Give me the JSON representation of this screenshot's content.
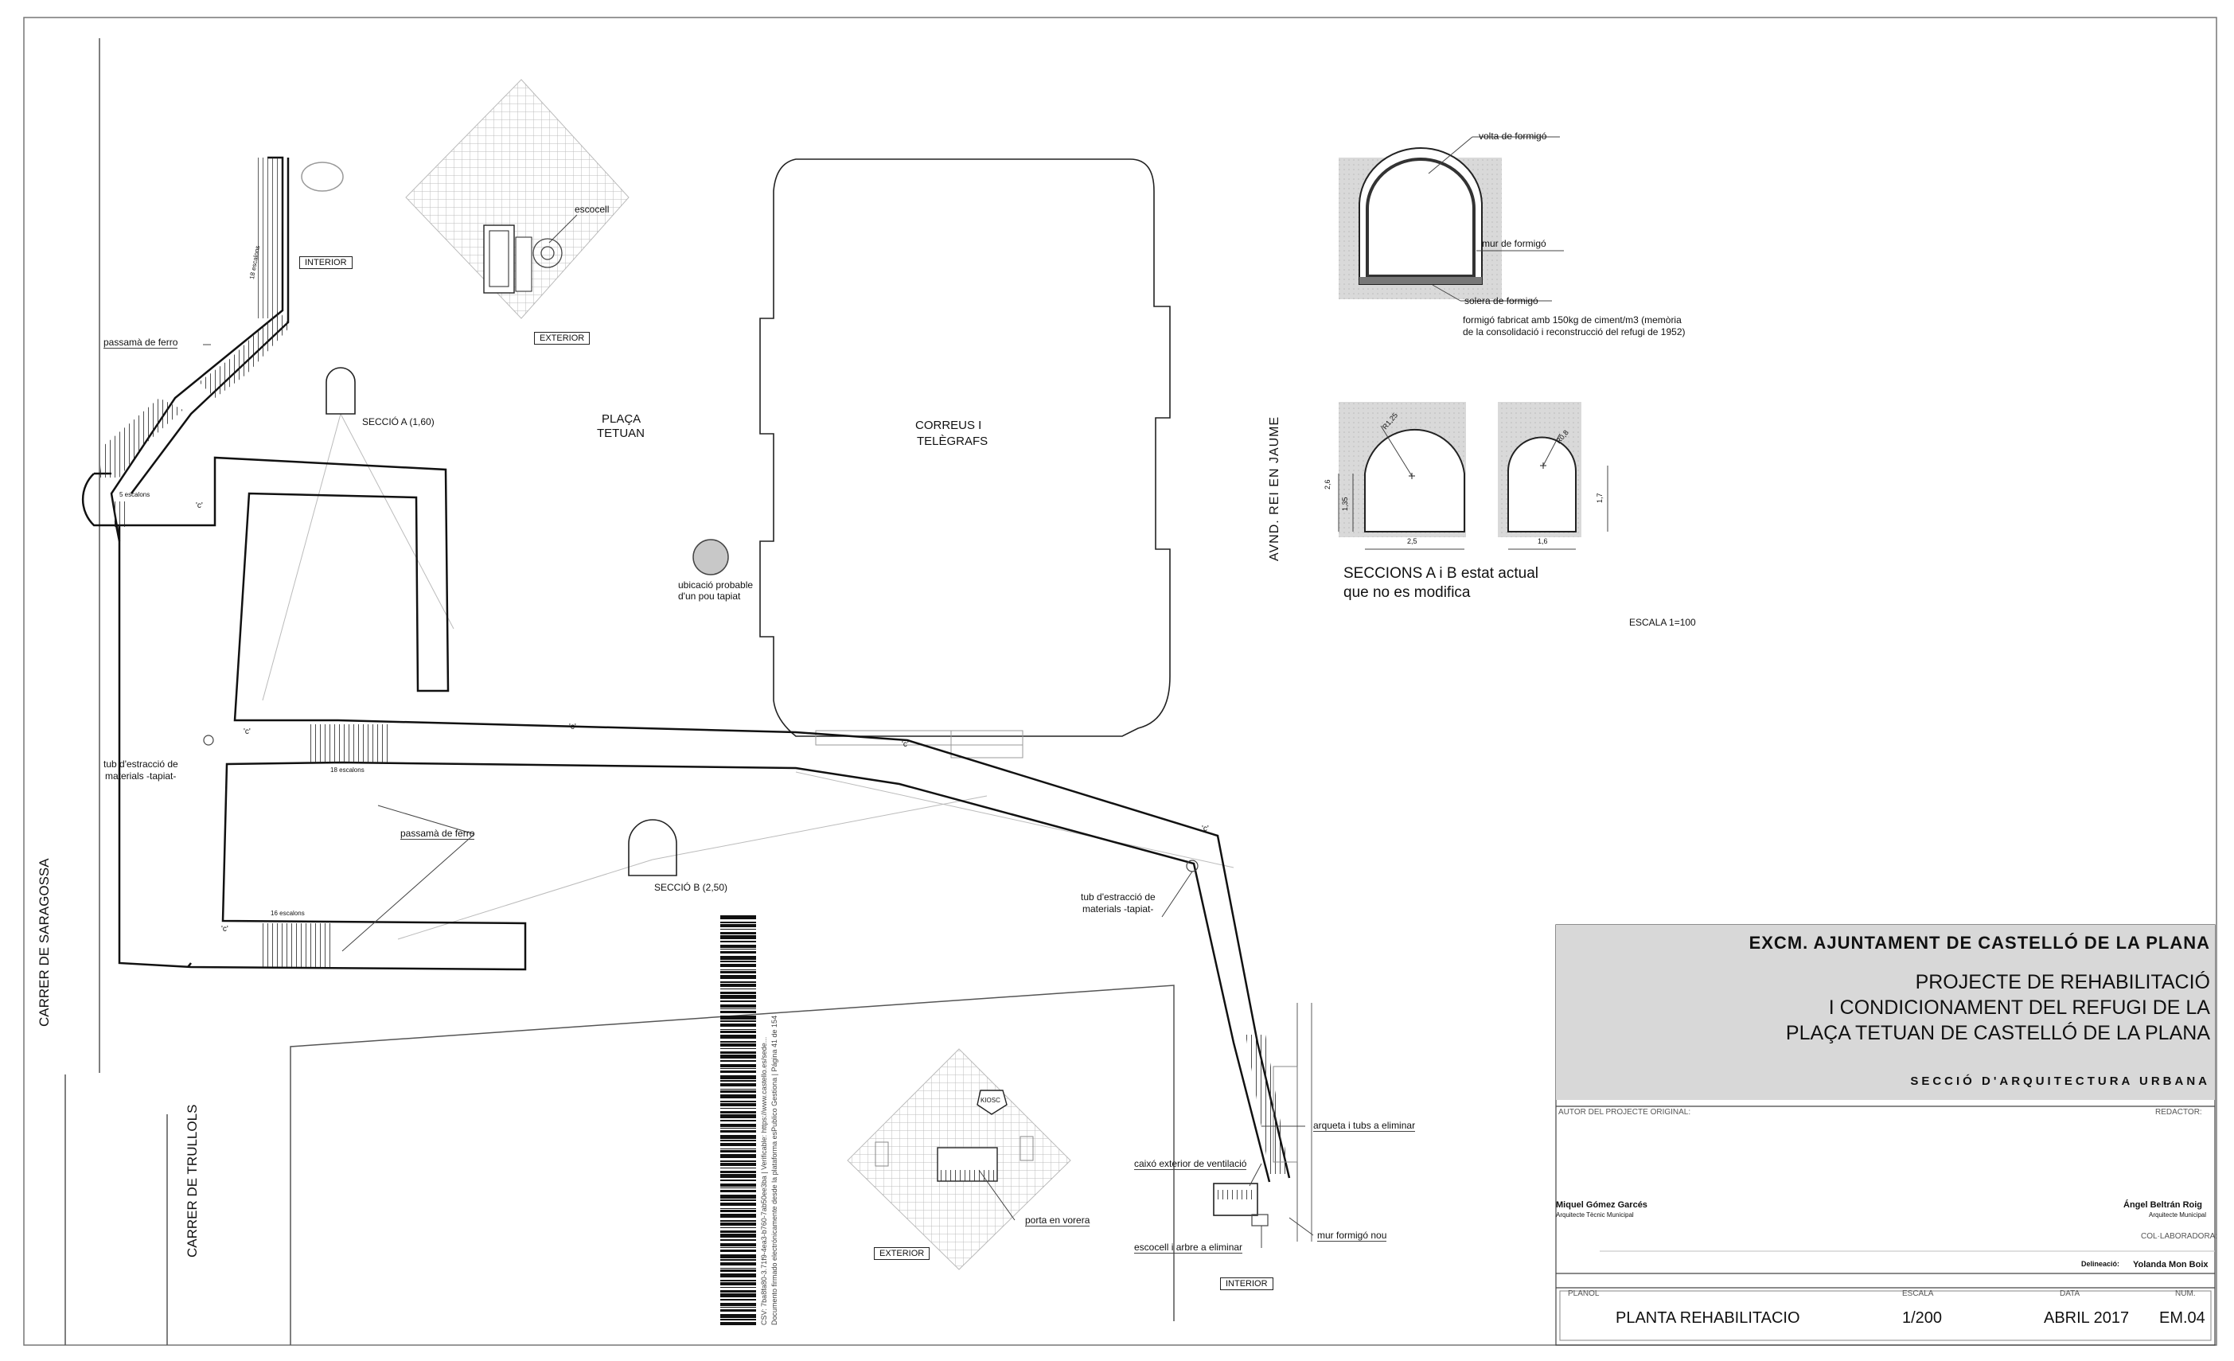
{
  "streets": {
    "saragossa": "CARRER DE SARAGOSSA",
    "trullols": "CARRER DE TRULLOLS",
    "rei_jaume": "AVND.  REI  EN  JAUME"
  },
  "places": {
    "placa_line1": "PLAÇA",
    "placa_line2": "TETUAN",
    "correus_line1": "CORREUS  I",
    "correus_line2": "TELÈGRAFS",
    "pou_line1": "ubicació probable",
    "pou_line2": "d'un pou  tapiat"
  },
  "labels": {
    "passama_top": "passamà de ferro",
    "passama_mid": "passamà de ferro",
    "tub_left_1": "tub d'estracció de",
    "tub_left_2": "materials -tapiat-",
    "tub_right_1": "tub d'estracció de",
    "tub_right_2": "materials -tapiat-",
    "seccio_a": "SECCIÓ A (1,60)",
    "seccio_b": "SECCIÓ B (2,50)",
    "escocell": "escocell",
    "interior_top": "INTERIOR",
    "exterior_top": "EXTERIOR",
    "exterior_bottom": "EXTERIOR",
    "interior_bottom": "INTERIOR",
    "porta_vorera": "porta en vorera",
    "arqueta": "arqueta i tubs a eliminar",
    "caixo": "caixó exterior de ventilació",
    "escocell_arbre": "escocell i arbre a eliminar",
    "mur_nou": "mur formigó nou",
    "c_mark": "'c'",
    "kiosc": "KIOSC",
    "esc_5": "5 escalons",
    "esc_18a": "18 escalons",
    "esc_18b": "18 escalons",
    "esc_16": "16 escalons"
  },
  "section_detail": {
    "volta": "volta de formigó",
    "mur": "mur de formigó",
    "solera": "solera de formigó",
    "formigo_1": "formigó fabricat amb 150kg de ciment/m3 (memòria",
    "formigo_2": "de la consolidació i reconstrucció del refugi de 1952)",
    "seccions_1": "SECCIONS A i B  estat actual",
    "seccions_2": "que no es modifica",
    "escala": "ESCALA 1=100",
    "dim_a_width": "2,5",
    "dim_a_total": "2,6",
    "dim_a_wall": "1,35",
    "dim_a_radius": "R1,25",
    "dim_b_width": "1,6",
    "dim_b_height": "1,7",
    "dim_b_radius": "R0,8"
  },
  "barcode_text": {
    "line1": "CSV: 7ba8fa80-3.71f9-4ea3-b760-7ab50ee3ba | Verificable: https://www.castello.es/sede...",
    "line2": "Documento firmado electrónicamente desde la plataforma esPublico Gestiona | Página 41 de 154"
  },
  "title_block": {
    "institution": "EXCM. AJUNTAMENT DE CASTELLÓ DE LA PLANA",
    "project_1": "PROJECTE DE REHABILITACIÓ",
    "project_2": "I CONDICIONAMENT DEL REFUGI DE LA",
    "project_3": "PLAÇA TETUAN DE CASTELLÓ DE LA PLANA",
    "department": "SECCIÓ   D'ARQUITECTURA   URBANA",
    "autor_label": "AUTOR DEL PROJECTE ORIGINAL:",
    "redactor_label": "REDACTOR:",
    "author_name": "Miquel Gómez Garcés",
    "author_role": "Arquitecte Tècnic Municipal",
    "redactor_name": "Ángel Beltrán Roig",
    "redactor_role": "Arquitecte Municipal",
    "collab_label": "COL·LABORADORA:",
    "delineacio_label": "Delineació:",
    "delineacio_name": "Yolanda Mon Boix",
    "planol_label": "PLANOL",
    "escala_label": "ESCALA",
    "data_label": "DATA",
    "num_label": "NUM.",
    "planol_value": "PLANTA REHABILITACIO",
    "escala_value": "1/200",
    "data_value": "ABRIL 2017",
    "num_value": "EM.04"
  },
  "colors": {
    "line": "#111111",
    "hatch": "#9a9a9a",
    "titlebar": "#d8d8d8"
  }
}
